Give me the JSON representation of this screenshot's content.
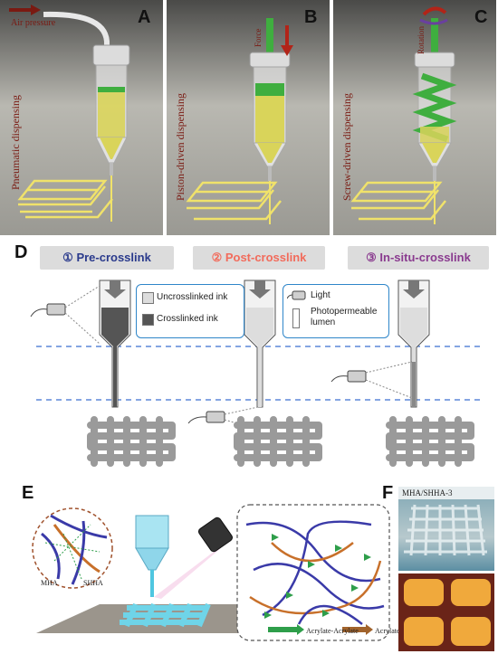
{
  "panels": {
    "a": {
      "letter": "A",
      "method": "Pneumatic dispensing",
      "driver": "Air pressure"
    },
    "b": {
      "letter": "B",
      "method": "Piston-driven dispensing",
      "driver": "Force"
    },
    "c": {
      "letter": "C",
      "method": "Screw-driven dispensing",
      "driver": "Rotation"
    },
    "d": {
      "letter": "D",
      "tabs": [
        {
          "label": "① Pre-crosslink",
          "color": "#2a3a8c"
        },
        {
          "label": "② Post-crosslink",
          "color": "#f26b5b"
        },
        {
          "label": "③ In-situ-crosslink",
          "color": "#8a3b8f"
        }
      ],
      "legend_ink": {
        "uncrosslinked": "Uncrosslinked ink",
        "crosslinked": "Crosslinked ink"
      },
      "legend_light": {
        "light": "Light",
        "lumen": "Photopermeable lumen"
      }
    },
    "e": {
      "letter": "E",
      "legend": {
        "aa": "Acrylate-Acrylate",
        "at": "Acrylate-Thiol"
      },
      "mha": "MHA",
      "shha": "SHHA"
    },
    "f": {
      "letter": "F",
      "sample": "MHA/SHHA-3"
    }
  },
  "colors": {
    "ink_yellow": "#d9d45a",
    "green_part": "#3fae3f",
    "arrow_red": "#b22418",
    "dashed_blue": "#3a6fd0",
    "legend_border": "#2f86c9"
  }
}
